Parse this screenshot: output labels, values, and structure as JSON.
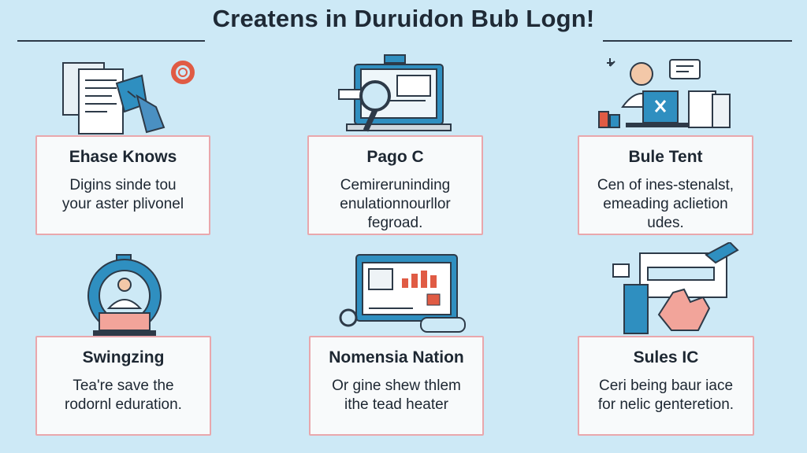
{
  "title": "Createns in Duruidon Bub Logn!",
  "colors": {
    "background": "#cde9f6",
    "accent_blue": "#2f8fc0",
    "card_border": "#e9a7ac",
    "ink": "#1f2a36"
  },
  "cards": [
    {
      "heading": "Ehase Knows",
      "lines": [
        "Digins sinde tou",
        "your aster plivonel"
      ],
      "icon": "documents-gear-icon"
    },
    {
      "heading": "Pago C",
      "lines": [
        "Cemireruninding",
        "enulationnourllor",
        "fegroad."
      ],
      "icon": "laptop-magnifier-icon"
    },
    {
      "heading": "Bule Tent",
      "lines": [
        "Cen of ines-stenalst,",
        "emeading aclietion",
        "udes."
      ],
      "icon": "person-desk-icon"
    },
    {
      "heading": "Swingzing",
      "lines": [
        "Tea're save the",
        "rodornl eduration."
      ],
      "icon": "scanner-person-icon"
    },
    {
      "heading": "Nomensia Nation",
      "lines": [
        "Or gine shew thlem",
        "ithe tead heater"
      ],
      "icon": "monitor-chart-icon"
    },
    {
      "heading": "Sules IC",
      "lines": [
        "Ceri being baur iace",
        "for nelic genteretion."
      ],
      "icon": "hand-pointer-icon"
    }
  ]
}
